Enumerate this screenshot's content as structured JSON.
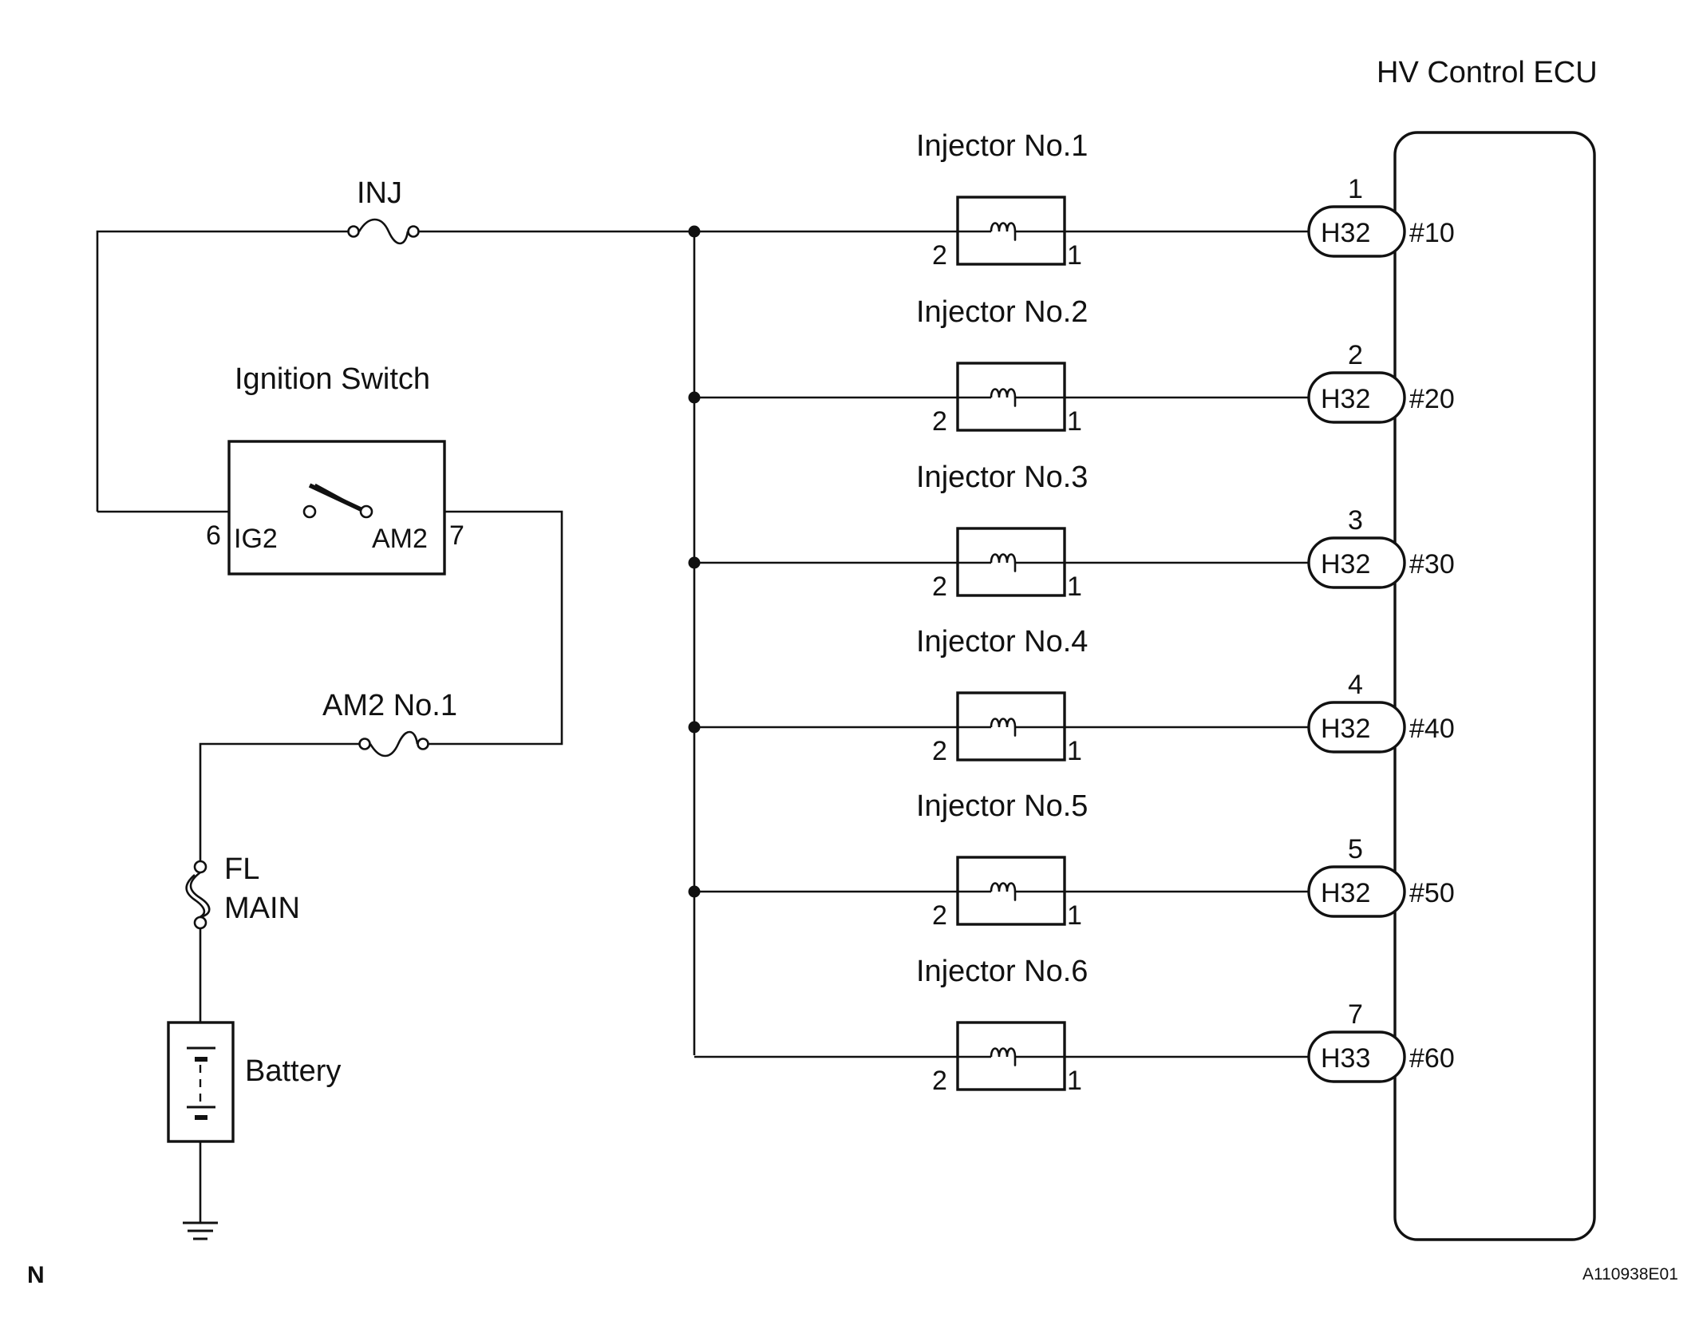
{
  "ecu": {
    "title": "HV Control ECU"
  },
  "fuses": {
    "inj": "INJ",
    "am2": "AM2 No.1",
    "fl_line1": "FL",
    "fl_line2": "MAIN"
  },
  "ignition_switch": {
    "title": "Ignition Switch",
    "ig2": "IG2",
    "am2": "AM2",
    "pin_ig2": "6",
    "pin_am2": "7"
  },
  "battery": {
    "label": "Battery"
  },
  "injectors": [
    {
      "name": "Injector No.1",
      "pin_in": "2",
      "pin_out": "1",
      "conn_pin": "1",
      "connector": "H32",
      "terminal": "#10"
    },
    {
      "name": "Injector No.2",
      "pin_in": "2",
      "pin_out": "1",
      "conn_pin": "2",
      "connector": "H32",
      "terminal": "#20"
    },
    {
      "name": "Injector No.3",
      "pin_in": "2",
      "pin_out": "1",
      "conn_pin": "3",
      "connector": "H32",
      "terminal": "#30"
    },
    {
      "name": "Injector No.4",
      "pin_in": "2",
      "pin_out": "1",
      "conn_pin": "4",
      "connector": "H32",
      "terminal": "#40"
    },
    {
      "name": "Injector No.5",
      "pin_in": "2",
      "pin_out": "1",
      "conn_pin": "5",
      "connector": "H32",
      "terminal": "#50"
    },
    {
      "name": "Injector No.6",
      "pin_in": "2",
      "pin_out": "1",
      "conn_pin": "7",
      "connector": "H33",
      "terminal": "#60"
    }
  ],
  "footer": {
    "left": "N",
    "right": "A110938E01"
  }
}
